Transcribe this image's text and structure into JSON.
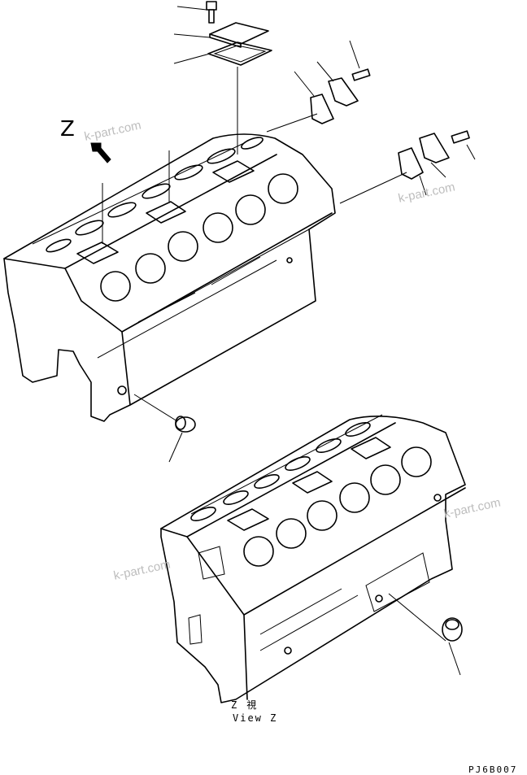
{
  "view_marker": "Z",
  "caption": {
    "line1": "Z　視",
    "line2": "View Z"
  },
  "figure_code": "PJ6B007",
  "watermarks": [
    "k-part.com",
    "k-part.com",
    "k-part.com",
    "k-part.com"
  ]
}
